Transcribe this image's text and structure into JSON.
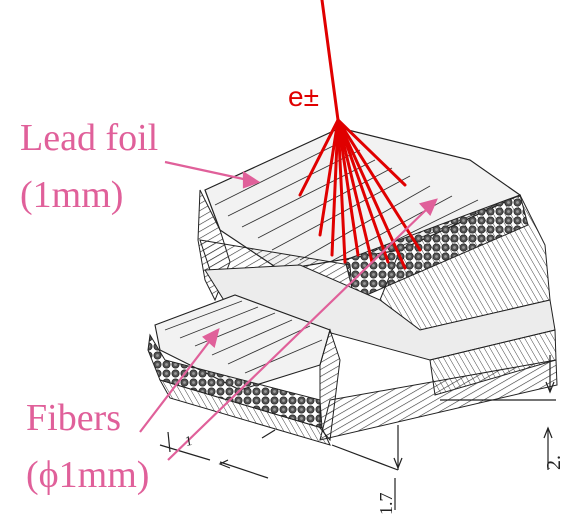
{
  "labels": {
    "particle": "e±",
    "lead_foil_line1": "Lead foil",
    "lead_foil_line2": "(1mm)",
    "fibers_line1": "Fibers",
    "fibers_line2": "(ϕ1mm)",
    "dim_pitch": "1",
    "dim_layer": "1.7",
    "dim_gap": "2."
  },
  "colors": {
    "label": "#e0609a",
    "shower": "#e00000",
    "drawing": "#333333"
  }
}
